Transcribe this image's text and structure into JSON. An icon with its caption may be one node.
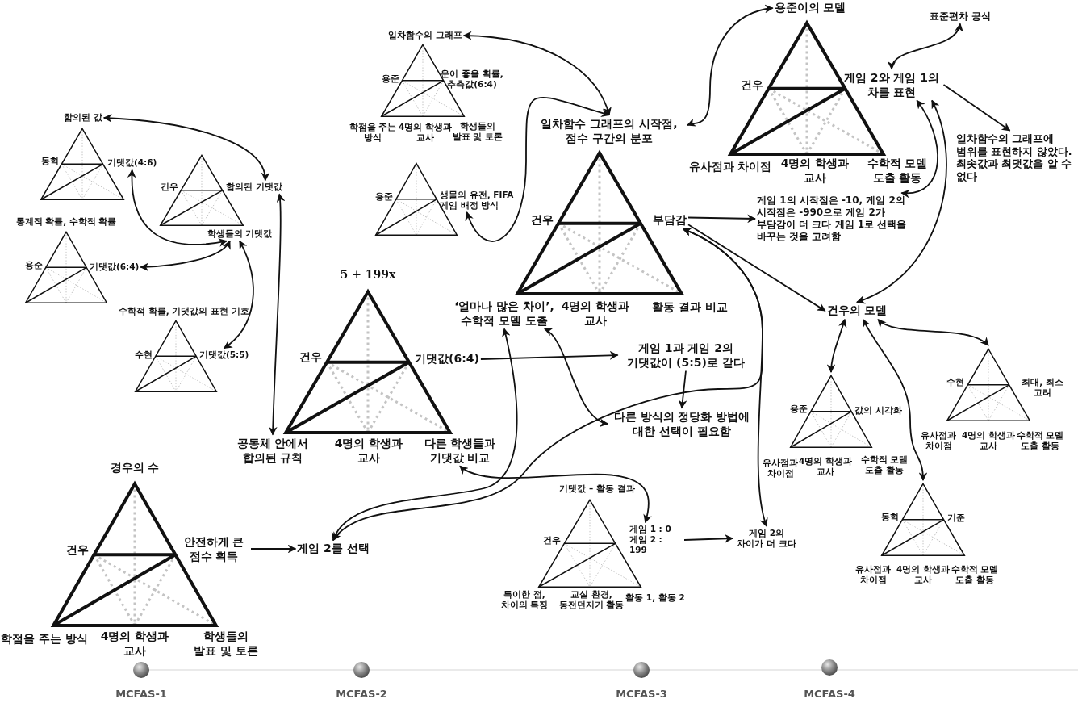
{
  "diagram": {
    "nodes": [
      {
        "text": [],
        "shape": "triangle",
        "beside": [
          "경우의 수",
          "건우",
          "학점을 주는 방식",
          "4명의 학생과 교사",
          "학생들의 발표 및 토론"
        ]
      },
      {
        "text": [
          "안전하게 큰 점수 획득"
        ]
      },
      {
        "text": [
          "게임 2를 선택"
        ]
      },
      {
        "text": [],
        "shape": "triangle",
        "beside": [
          "동혁"
        ]
      },
      {
        "text": [
          "합의된 값"
        ]
      },
      {
        "text": [
          "기댓값(4:6)"
        ]
      },
      {
        "text": [],
        "shape": "triangle",
        "beside": [
          "건우"
        ]
      },
      {
        "text": [
          "합의된 기댓값"
        ]
      },
      {
        "text": [
          "학생들의 기댓값"
        ]
      },
      {
        "text": [],
        "shape": "triangle",
        "beside": [
          "통계적 확률, 수학적 확률",
          "용준"
        ]
      },
      {
        "text": [
          "기댓값(6:4)"
        ]
      },
      {
        "text": [],
        "shape": "triangle",
        "beside": [
          "수학적 확률, 기댓값의 표현 기호",
          "수현"
        ]
      },
      {
        "text": [
          "기댓값(5:5)"
        ]
      },
      {
        "text": [],
        "shape": "triangle",
        "beside": [
          "5 + 199x",
          "건우",
          "4명의 학생과 교사"
        ]
      },
      {
        "text": [
          "공동체 안에서 합의된 규칙"
        ]
      },
      {
        "text": [
          "기댓값(6:4)"
        ]
      },
      {
        "text": [
          "다른 학생들과 기댓값 비교"
        ]
      },
      {
        "text": [
          "게임 1과 게임 2의 기댓값이 (5:5)로 같다"
        ]
      },
      {
        "text": [
          "다른 방식의 정당화 방법에 대한 선택이 필요함"
        ]
      },
      {
        "text": [],
        "shape": "triangle",
        "beside": [
          "용준",
          "운이 좋을 확률, 추측값(6:4)",
          "학점을 주는 방식",
          "4명의 학생과 교사",
          "학생들의 발표 및 토론"
        ]
      },
      {
        "text": [
          "일차함수의 그래프"
        ]
      },
      {
        "text": [],
        "shape": "triangle",
        "beside": [
          "용준"
        ]
      },
      {
        "text": [
          "생물의 유전, FIFA 게임 배정 방식"
        ]
      },
      {
        "text": [],
        "shape": "triangle",
        "beside": [
          "건우",
          "4명의 학생과 교사",
          "활동 결과 비교"
        ]
      },
      {
        "text": [
          "일차함수 그래프의 시작점, 점수 구간의 분포"
        ]
      },
      {
        "text": [
          "부담감"
        ]
      },
      {
        "text": [
          "‘얼마나 많은 차이’, 수학적 모델 도출"
        ]
      },
      {
        "text": [],
        "shape": "triangle",
        "beside": [
          "기댓값 – 활동 결과",
          "건우",
          "특이한 점, 차이의 특징",
          "교실 환경, 동전던지기 활동",
          "활동 1, 활동 2"
        ]
      },
      {
        "text": [
          "게임 1 : 0 게임 2 : 199"
        ]
      },
      {
        "text": [
          "게임 2의 차이가 더 크다"
        ]
      },
      {
        "text": [],
        "shape": "triangle",
        "beside": [
          "건우",
          "유사점과 차이점",
          "4명의 학생과 교사",
          "수학적 모델 도출 활동"
        ]
      },
      {
        "text": [
          "용준이의 모델"
        ]
      },
      {
        "text": [
          "게임 2와 게임 1의 차를 표현"
        ]
      },
      {
        "text": [
          "표준편차 공식"
        ]
      },
      {
        "text": [
          "일차함수의 그래프에 범위를 표현하지 않았다. 최솟값과 최댓값을 알 수 없다"
        ]
      },
      {
        "text": [
          "게임 1의 시작점은 -10, 게임 2의 시작점은 -990으로 게임 2가 부담감이 더 크다 게임 1로 선택을 바꾸는 것을 고려함"
        ]
      },
      {
        "text": [
          "건우의 모델"
        ]
      },
      {
        "text": [],
        "shape": "triangle",
        "beside": [
          "용준",
          "값의 시각화",
          "유사점과 차이점",
          "4명의 학생과 교사",
          "수학적 모델 도출 활동"
        ]
      },
      {
        "text": [],
        "shape": "triangle",
        "beside": [
          "수현",
          "최대, 최소 고려",
          "유사점과 차이점",
          "4명의 학생과 교사",
          "수학적 모델 도출 활동"
        ]
      },
      {
        "text": [],
        "shape": "triangle",
        "beside": [
          "동혁",
          "기준",
          "유사점과 차이점",
          "4명의 학생과 교사",
          "수학적 모델 도출 활동"
        ]
      }
    ],
    "edges": [
      {
        "from": 4,
        "to": 7,
        "arrow": "both"
      },
      {
        "from": 5,
        "to": 8,
        "arrow": "both"
      },
      {
        "from": 10,
        "to": 8,
        "arrow": "both"
      },
      {
        "from": 8,
        "to": 12,
        "arrow": "both"
      },
      {
        "from": 7,
        "to": 14,
        "arrow": "both"
      },
      {
        "from": 1,
        "to": 2,
        "arrow": "to"
      },
      {
        "from": 26,
        "to": 2,
        "arrow": "both"
      },
      {
        "from": 25,
        "to": 2,
        "arrow": "both"
      },
      {
        "from": 25,
        "to": 29,
        "arrow": "both"
      },
      {
        "from": 26,
        "to": 18,
        "arrow": "both"
      },
      {
        "from": 15,
        "to": 17,
        "arrow": "to"
      },
      {
        "from": 17,
        "to": 18,
        "arrow": "to"
      },
      {
        "from": 16,
        "to": 28,
        "arrow": "both"
      },
      {
        "from": 28,
        "to": 29,
        "arrow": "to"
      },
      {
        "from": 20,
        "to": 24,
        "arrow": "both"
      },
      {
        "from": 22,
        "to": 24,
        "arrow": "both"
      },
      {
        "from": 31,
        "to": 24,
        "arrow": "both"
      },
      {
        "from": 33,
        "to": 32,
        "arrow": "both"
      },
      {
        "from": 32,
        "to": 34,
        "arrow": "to"
      },
      {
        "from": 25,
        "to": 35,
        "arrow": "to"
      },
      {
        "from": 25,
        "to": 36,
        "arrow": "to"
      },
      {
        "from": 32,
        "to": 36,
        "arrow": "both"
      },
      {
        "from": 32,
        "to": 35,
        "arrow": "both"
      },
      {
        "from": 36,
        "to": 37,
        "arrow": "both"
      },
      {
        "from": 36,
        "to": 38,
        "arrow": "both"
      },
      {
        "from": 36,
        "to": 39,
        "arrow": "both"
      }
    ],
    "labels": [
      "MCFAS-1",
      "MCFAS-2",
      "MCFAS-3",
      "MCFAS-4"
    ]
  }
}
